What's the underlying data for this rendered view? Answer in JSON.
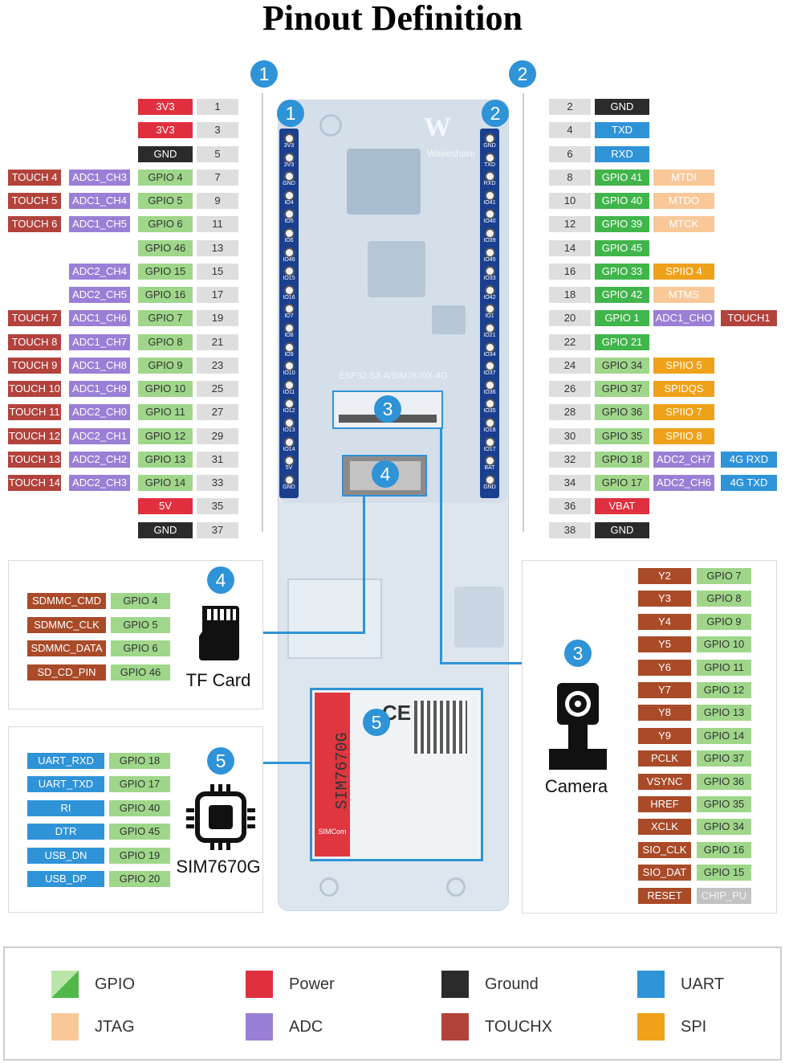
{
  "title": "Pinout Definition",
  "colors": {
    "gpio": "#9fd68a",
    "power": "#e02f3f",
    "ground": "#2b2b2b",
    "uart": "#2f93d8",
    "jtag": "#f9c898",
    "adc": "#9a7fd6",
    "touch": "#b2423c",
    "spi": "#f0a11a",
    "pinnum": "#dedede",
    "cam": "#a94a28",
    "chip": "#c2c2c2",
    "gpio_bright": "#3fb54a"
  },
  "header_marks": {
    "left": "1",
    "right": "2"
  },
  "left_pins": [
    {
      "num": "1",
      "labels": [
        {
          "t": "3V3",
          "c": "power"
        }
      ]
    },
    {
      "num": "3",
      "labels": [
        {
          "t": "3V3",
          "c": "power"
        }
      ]
    },
    {
      "num": "5",
      "labels": [
        {
          "t": "GND",
          "c": "ground"
        }
      ]
    },
    {
      "num": "7",
      "labels": [
        {
          "t": "GPIO 4",
          "c": "gpio"
        },
        {
          "t": "ADC1_CH3",
          "c": "adc"
        },
        {
          "t": "TOUCH 4",
          "c": "touch"
        }
      ]
    },
    {
      "num": "9",
      "labels": [
        {
          "t": "GPIO 5",
          "c": "gpio"
        },
        {
          "t": "ADC1_CH4",
          "c": "adc"
        },
        {
          "t": "TOUCH 5",
          "c": "touch"
        }
      ]
    },
    {
      "num": "11",
      "labels": [
        {
          "t": "GPIO 6",
          "c": "gpio"
        },
        {
          "t": "ADC1_CH5",
          "c": "adc"
        },
        {
          "t": "TOUCH 6",
          "c": "touch"
        }
      ]
    },
    {
      "num": "13",
      "labels": [
        {
          "t": "GPIO 46",
          "c": "gpio"
        }
      ]
    },
    {
      "num": "15",
      "labels": [
        {
          "t": "GPIO 15",
          "c": "gpio"
        },
        {
          "t": "ADC2_CH4",
          "c": "adc"
        }
      ]
    },
    {
      "num": "17",
      "labels": [
        {
          "t": "GPIO 16",
          "c": "gpio"
        },
        {
          "t": "ADC2_CH5",
          "c": "adc"
        }
      ]
    },
    {
      "num": "19",
      "labels": [
        {
          "t": "GPIO 7",
          "c": "gpio"
        },
        {
          "t": "ADC1_CH6",
          "c": "adc"
        },
        {
          "t": "TOUCH 7",
          "c": "touch"
        }
      ]
    },
    {
      "num": "21",
      "labels": [
        {
          "t": "GPIO 8",
          "c": "gpio"
        },
        {
          "t": "ADC1_CH7",
          "c": "adc"
        },
        {
          "t": "TOUCH 8",
          "c": "touch"
        }
      ]
    },
    {
      "num": "23",
      "labels": [
        {
          "t": "GPIO 9",
          "c": "gpio"
        },
        {
          "t": "ADC1_CH8",
          "c": "adc"
        },
        {
          "t": "TOUCH 9",
          "c": "touch"
        }
      ]
    },
    {
      "num": "25",
      "labels": [
        {
          "t": "GPIO 10",
          "c": "gpio"
        },
        {
          "t": "ADC1_CH9",
          "c": "adc"
        },
        {
          "t": "TOUCH 10",
          "c": "touch"
        }
      ]
    },
    {
      "num": "27",
      "labels": [
        {
          "t": "GPIO 11",
          "c": "gpio"
        },
        {
          "t": "ADC2_CH0",
          "c": "adc"
        },
        {
          "t": "TOUCH 11",
          "c": "touch"
        }
      ]
    },
    {
      "num": "29",
      "labels": [
        {
          "t": "GPIO 12",
          "c": "gpio"
        },
        {
          "t": "ADC2_CH1",
          "c": "adc"
        },
        {
          "t": "TOUCH 12",
          "c": "touch"
        }
      ]
    },
    {
      "num": "31",
      "labels": [
        {
          "t": "GPIO 13",
          "c": "gpio"
        },
        {
          "t": "ADC2_CH2",
          "c": "adc"
        },
        {
          "t": "TOUCH 13",
          "c": "touch"
        }
      ]
    },
    {
      "num": "33",
      "labels": [
        {
          "t": "GPIO 14",
          "c": "gpio"
        },
        {
          "t": "ADC2_CH3",
          "c": "adc"
        },
        {
          "t": "TOUCH 14",
          "c": "touch"
        }
      ]
    },
    {
      "num": "35",
      "labels": [
        {
          "t": "5V",
          "c": "power"
        }
      ]
    },
    {
      "num": "37",
      "labels": [
        {
          "t": "GND",
          "c": "ground"
        }
      ]
    }
  ],
  "right_pins": [
    {
      "num": "2",
      "labels": [
        {
          "t": "GND",
          "c": "ground"
        }
      ]
    },
    {
      "num": "4",
      "labels": [
        {
          "t": "TXD",
          "c": "uart"
        }
      ]
    },
    {
      "num": "6",
      "labels": [
        {
          "t": "RXD",
          "c": "uart"
        }
      ]
    },
    {
      "num": "8",
      "labels": [
        {
          "t": "GPIO 41",
          "c": "gpio_bright"
        },
        {
          "t": "MTDI",
          "c": "jtag"
        }
      ]
    },
    {
      "num": "10",
      "labels": [
        {
          "t": "GPIO 40",
          "c": "gpio_bright"
        },
        {
          "t": "MTDO",
          "c": "jtag"
        }
      ]
    },
    {
      "num": "12",
      "labels": [
        {
          "t": "GPIO 39",
          "c": "gpio_bright"
        },
        {
          "t": "MTCK",
          "c": "jtag"
        }
      ]
    },
    {
      "num": "14",
      "labels": [
        {
          "t": "GPIO 45",
          "c": "gpio_bright"
        }
      ]
    },
    {
      "num": "16",
      "labels": [
        {
          "t": "GPIO 33",
          "c": "gpio_bright"
        },
        {
          "t": "SPIIO 4",
          "c": "spi"
        }
      ]
    },
    {
      "num": "18",
      "labels": [
        {
          "t": "GPIO 42",
          "c": "gpio_bright"
        },
        {
          "t": "MTMS",
          "c": "jtag"
        }
      ]
    },
    {
      "num": "20",
      "labels": [
        {
          "t": "GPIO 1",
          "c": "gpio_bright"
        },
        {
          "t": "ADC1_CHO",
          "c": "adc"
        },
        {
          "t": "TOUCH1",
          "c": "touch"
        }
      ]
    },
    {
      "num": "22",
      "labels": [
        {
          "t": "GPIO 21",
          "c": "gpio_bright"
        }
      ]
    },
    {
      "num": "24",
      "labels": [
        {
          "t": "GPIO 34",
          "c": "gpio"
        },
        {
          "t": "SPIIO 5",
          "c": "spi"
        }
      ]
    },
    {
      "num": "26",
      "labels": [
        {
          "t": "GPIO 37",
          "c": "gpio"
        },
        {
          "t": "SPIDQS",
          "c": "spi"
        }
      ]
    },
    {
      "num": "28",
      "labels": [
        {
          "t": "GPIO 36",
          "c": "gpio"
        },
        {
          "t": "SPIIO 7",
          "c": "spi"
        }
      ]
    },
    {
      "num": "30",
      "labels": [
        {
          "t": "GPIO 35",
          "c": "gpio"
        },
        {
          "t": "SPIIO 8",
          "c": "spi"
        }
      ]
    },
    {
      "num": "32",
      "labels": [
        {
          "t": "GPIO 18",
          "c": "gpio"
        },
        {
          "t": "ADC2_CH7",
          "c": "adc"
        },
        {
          "t": "4G RXD",
          "c": "uart"
        }
      ]
    },
    {
      "num": "34",
      "labels": [
        {
          "t": "GPIO 17",
          "c": "gpio"
        },
        {
          "t": "ADC2_CH6",
          "c": "adc"
        },
        {
          "t": "4G TXD",
          "c": "uart"
        }
      ]
    },
    {
      "num": "36",
      "labels": [
        {
          "t": "VBAT",
          "c": "power"
        }
      ]
    },
    {
      "num": "38",
      "labels": [
        {
          "t": "GND",
          "c": "ground"
        }
      ]
    }
  ],
  "board": {
    "brand": "Waveshare",
    "model": "ESP32-S3-A/SIM7670X-4G",
    "left_silk": [
      "3V3",
      "3V3",
      "GND",
      "IO4",
      "IO5",
      "IO6",
      "IO46",
      "IO15",
      "IO16",
      "IO7",
      "IO8",
      "IO9",
      "IO10",
      "IO11",
      "IO12",
      "IO13",
      "IO14",
      "5V",
      "GND"
    ],
    "right_silk": [
      "GND",
      "TXD",
      "RXD",
      "IO41",
      "IO40",
      "IO39",
      "IO45",
      "IO33",
      "IO42",
      "IO1",
      "IO21",
      "IO34",
      "IO37",
      "IO36",
      "IO35",
      "IO18",
      "IO17",
      "BAT",
      "GND"
    ],
    "module_name": "SIM7670G",
    "module_brand": "SIMCom",
    "module_ce": "CE"
  },
  "markers": {
    "camera_connector": "3",
    "tf_slot": "4",
    "module": "5"
  },
  "tf_card": {
    "marker": "4",
    "caption": "TF Card",
    "rows": [
      {
        "func": "SDMMC_CMD",
        "gpio": "GPIO 4"
      },
      {
        "func": "SDMMC_CLK",
        "gpio": "GPIO 5"
      },
      {
        "func": "SDMMC_DATA",
        "gpio": "GPIO 6"
      },
      {
        "func": "SD_CD_PIN",
        "gpio": "GPIO 46"
      }
    ]
  },
  "sim": {
    "marker": "5",
    "caption": "SIM7670G",
    "rows": [
      {
        "func": "UART_RXD",
        "gpio": "GPIO 18"
      },
      {
        "func": "UART_TXD",
        "gpio": "GPIO 17"
      },
      {
        "func": "RI",
        "gpio": "GPIO 40"
      },
      {
        "func": "DTR",
        "gpio": "GPIO 45"
      },
      {
        "func": "USB_DN",
        "gpio": "GPIO 19"
      },
      {
        "func": "USB_DP",
        "gpio": "GPIO 20"
      }
    ]
  },
  "camera": {
    "marker": "3",
    "caption": "Camera",
    "rows": [
      {
        "func": "Y2",
        "gpio": "GPIO 7"
      },
      {
        "func": "Y3",
        "gpio": "GPIO 8"
      },
      {
        "func": "Y4",
        "gpio": "GPIO 9"
      },
      {
        "func": "Y5",
        "gpio": "GPIO 10"
      },
      {
        "func": "Y6",
        "gpio": "GPIO 11"
      },
      {
        "func": "Y7",
        "gpio": "GPIO 12"
      },
      {
        "func": "Y8",
        "gpio": "GPIO 13"
      },
      {
        "func": "Y9",
        "gpio": "GPIO 14"
      },
      {
        "func": "PCLK",
        "gpio": "GPIO 37"
      },
      {
        "func": "VSYNC",
        "gpio": "GPIO 36"
      },
      {
        "func": "HREF",
        "gpio": "GPIO 35"
      },
      {
        "func": "XCLK",
        "gpio": "GPIO 34"
      },
      {
        "func": "SIO_CLK",
        "gpio": "GPIO 16"
      },
      {
        "func": "SIO_DAT",
        "gpio": "GPIO 15"
      },
      {
        "func": "RESET",
        "gpio": "CHIP_PU"
      }
    ]
  },
  "legend": [
    {
      "label": "GPIO",
      "c": "gpio"
    },
    {
      "label": "Power",
      "c": "power"
    },
    {
      "label": "Ground",
      "c": "ground"
    },
    {
      "label": "UART",
      "c": "uart"
    },
    {
      "label": "JTAG",
      "c": "jtag"
    },
    {
      "label": "ADC",
      "c": "adc"
    },
    {
      "label": "TOUCHX",
      "c": "touch"
    },
    {
      "label": "SPI",
      "c": "spi"
    }
  ]
}
